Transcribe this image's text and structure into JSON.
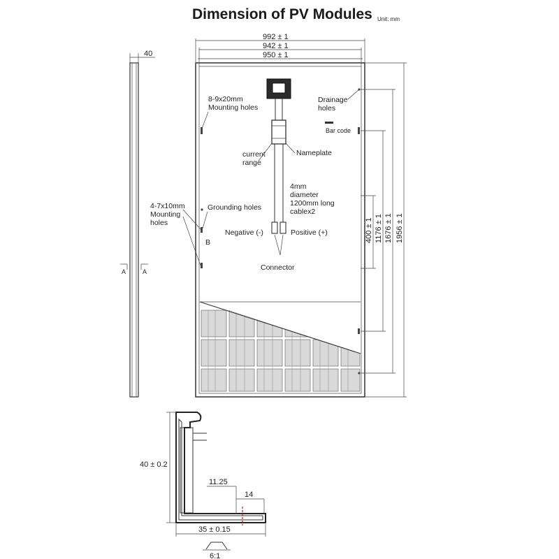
{
  "title": "Dimension of PV Modules",
  "unit": "Unit: mm",
  "dims": {
    "frame_thickness": "40",
    "width_outer": "992 ± 1",
    "width_942": "942 ± 1",
    "width_950": "950 ± 1",
    "h400": "400 ± 1",
    "h1176": "1176 ± 1",
    "h1676": "1676 ± 1",
    "h1956": "1956 ± 1",
    "section_height": "40 ± 0.2",
    "section_11": "11.25",
    "section_14": "14",
    "section_35": "35 ± 0.15",
    "scale": "6:1"
  },
  "labels": {
    "mounting1": "8-9x20mm",
    "mounting2": "Mounting holes",
    "drainage1": "Drainage",
    "drainage2": "holes",
    "barcode": "Bar code",
    "current1": "current",
    "current2": "range",
    "nameplate": "Nameplate",
    "cable1": "4mm",
    "cable2": "diameter",
    "cable3": "1200mm long",
    "cable4": "cablex2",
    "grounding": "Grounding holes",
    "side1": "4-7x10mm",
    "side2": "Mounting",
    "side3": "holes",
    "point_b": "B",
    "negative": "Negative (-)",
    "positive": "Positive (+)",
    "connector": "Connector",
    "section_a_left": "A",
    "section_a_right": "A"
  }
}
